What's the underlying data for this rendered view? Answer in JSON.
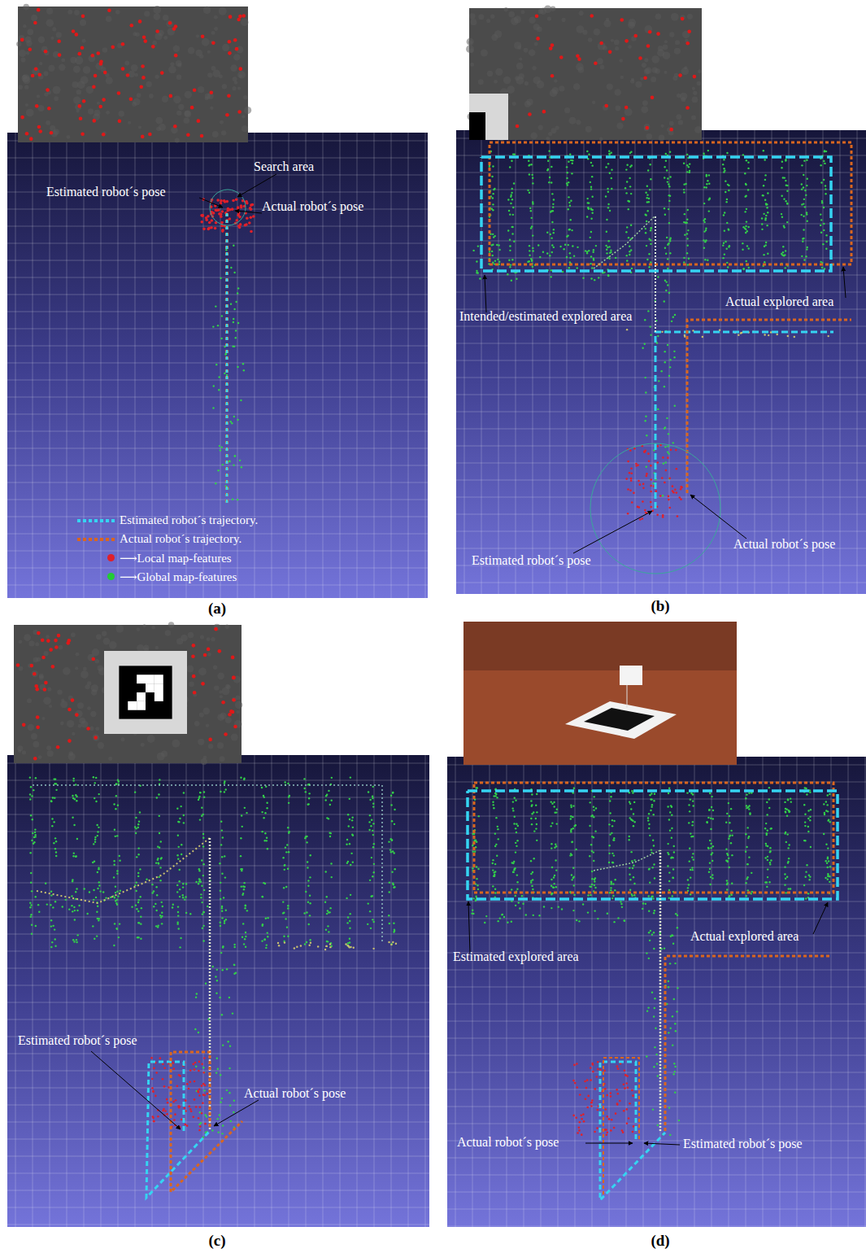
{
  "diagram": {
    "labels": [
      "(a)",
      "Search area",
      "Estimated robot´s pose",
      "Actual robot´s pose",
      "Intended/estimated explored area",
      "Actual explored area",
      "Estimated robot´s pose",
      "Actual robot´s pose",
      "(b)",
      "Estimated robot´s pose",
      "Actual robot´s pose",
      "(c)",
      "Actual explored area",
      "Estimated explored area",
      "Actual robot´s pose",
      "Estimated robot´s pose",
      "(d)"
    ],
    "legend": [
      {
        "text": "Estimated robot´s trajectory."
      },
      {
        "text": "Actual robot´s trajectory."
      },
      {
        "text": "⟶Local map-features",
        "color": "#e0202a"
      },
      {
        "text": "⟶Global map-features",
        "color": "#22cc33"
      }
    ]
  }
}
